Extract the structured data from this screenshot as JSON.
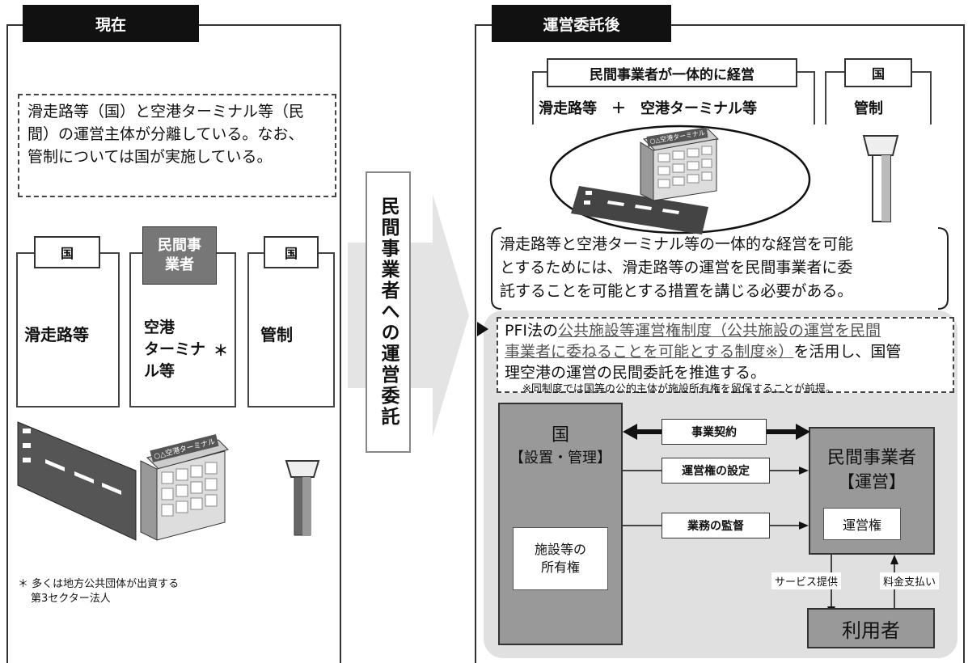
{
  "left": {
    "header": "現在",
    "summary_line1": "滑走路等（国）と空港ターミナル等（民",
    "summary_line2": "間）の運営主体が分離している。なお、",
    "summary_line3": "管制については国が実施している。",
    "col1_tab": "国",
    "col1_label": "滑走路等",
    "col2_tab_line1": "民間事",
    "col2_tab_line2": "業者",
    "col2_label_line1": "空港",
    "col2_label_line2": "ターミナ",
    "col2_label_line3": "ル等",
    "col2_asterisk": "＊",
    "col3_tab": "国",
    "col3_label": "管制",
    "building_sign": "○△空港ターミナル",
    "footnote_line1": "＊ 多くは地方公共団体が出資する",
    "footnote_line2": "第3セクター法人"
  },
  "middle": {
    "arrow_text": "民間事業者への運営委託"
  },
  "right": {
    "header": "運営委託後",
    "private_tab": "民間事業者が一体的に経営",
    "private_label": "滑走路等　＋　空港ターミナル等",
    "gov_tab": "国",
    "gov_label": "管制",
    "building_sign": "○△空港ターミナル",
    "bracket_line1": "滑走路等と空港ターミナル等の一体的な経営を可能",
    "bracket_line2": "とするためには、滑走路等の運営を民間事業者に委",
    "bracket_line3": "託することを可能とする措置を講じる必要がある。",
    "pfi_pre": "PFI法の",
    "pfi_link1": "公共施設等運営権制度（公共施設の運営を民間",
    "pfi_link2": "事業者に委ねることを可能とする制度※）",
    "pfi_post1": "を活用し、国管",
    "pfi_line3": "理空港の運営の民間委託を推進する。",
    "pfi_note": "※同制度では国等の公的主体が施設所有権を留保することが前提。",
    "gov_box_title": "国",
    "gov_box_sub": "【設置・管理】",
    "gov_box_inner_line1": "施設等の",
    "gov_box_inner_line2": "所有権",
    "operator_title": "民間事業者",
    "operator_sub": "【運営】",
    "operator_inner": "運営権",
    "link_contract": "事業契約",
    "link_rights": "運営権の設定",
    "link_supervise": "業務の監督",
    "service_label": "サービス提供",
    "fee_label": "料金支払い",
    "user_label": "利用者"
  }
}
